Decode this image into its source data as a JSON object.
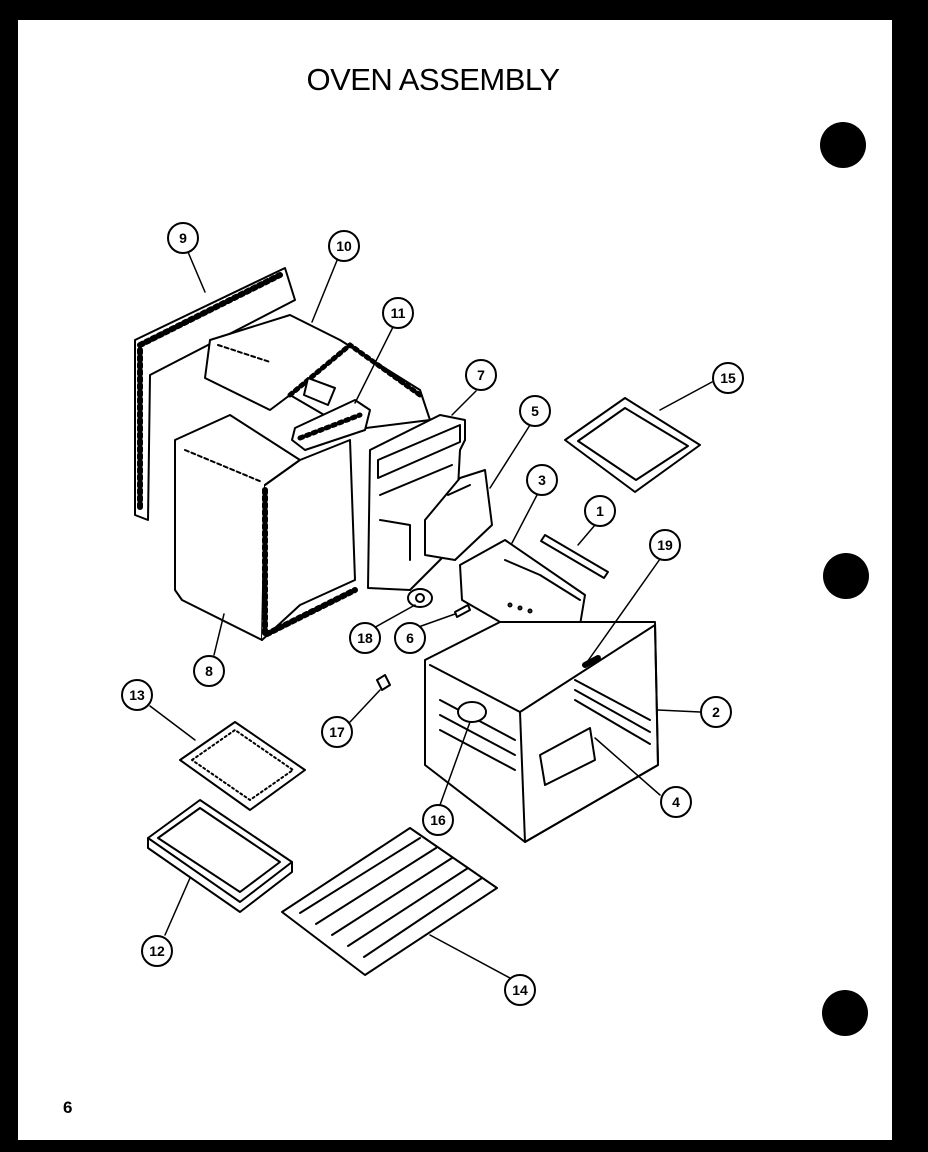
{
  "title": "OVEN ASSEMBLY",
  "page_number": "6",
  "callouts": [
    "1",
    "2",
    "3",
    "4",
    "5",
    "6",
    "7",
    "8",
    "9",
    "10",
    "11",
    "12",
    "13",
    "14",
    "15",
    "16",
    "17",
    "18",
    "19"
  ],
  "colors": {
    "ink": "#000000",
    "paper": "#ffffff",
    "border": "#000000"
  }
}
